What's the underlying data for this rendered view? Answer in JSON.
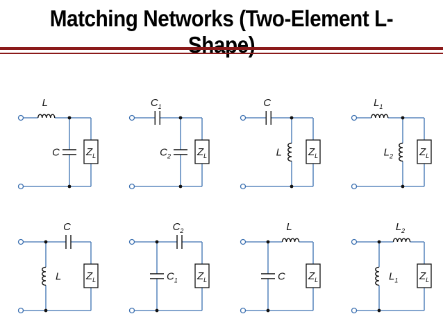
{
  "title": "Matching Networks (Two-Element L-Shape)",
  "load": {
    "main": "Z",
    "sub": "L"
  },
  "circuits": [
    {
      "series": {
        "kind": "inductor",
        "label": "L",
        "sub": ""
      },
      "shunt": {
        "kind": "capacitor",
        "label": "C",
        "sub": ""
      },
      "shunt_side": "load"
    },
    {
      "series": {
        "kind": "capacitor",
        "label": "C",
        "sub": "1"
      },
      "shunt": {
        "kind": "capacitor",
        "label": "C",
        "sub": "2"
      },
      "shunt_side": "load"
    },
    {
      "series": {
        "kind": "capacitor",
        "label": "C",
        "sub": ""
      },
      "shunt": {
        "kind": "inductor",
        "label": "L",
        "sub": ""
      },
      "shunt_side": "load"
    },
    {
      "series": {
        "kind": "inductor",
        "label": "L",
        "sub": "1"
      },
      "shunt": {
        "kind": "inductor",
        "label": "L",
        "sub": "2"
      },
      "shunt_side": "load"
    },
    {
      "series": {
        "kind": "capacitor",
        "label": "C",
        "sub": ""
      },
      "shunt": {
        "kind": "inductor",
        "label": "L",
        "sub": ""
      },
      "shunt_side": "source"
    },
    {
      "series": {
        "kind": "capacitor",
        "label": "C",
        "sub": "2"
      },
      "shunt": {
        "kind": "capacitor",
        "label": "C",
        "sub": "1"
      },
      "shunt_side": "source"
    },
    {
      "series": {
        "kind": "inductor",
        "label": "L",
        "sub": ""
      },
      "shunt": {
        "kind": "capacitor",
        "label": "C",
        "sub": ""
      },
      "shunt_side": "source"
    },
    {
      "series": {
        "kind": "inductor",
        "label": "L",
        "sub": "2"
      },
      "shunt": {
        "kind": "inductor",
        "label": "L",
        "sub": "1"
      },
      "shunt_side": "source"
    }
  ]
}
